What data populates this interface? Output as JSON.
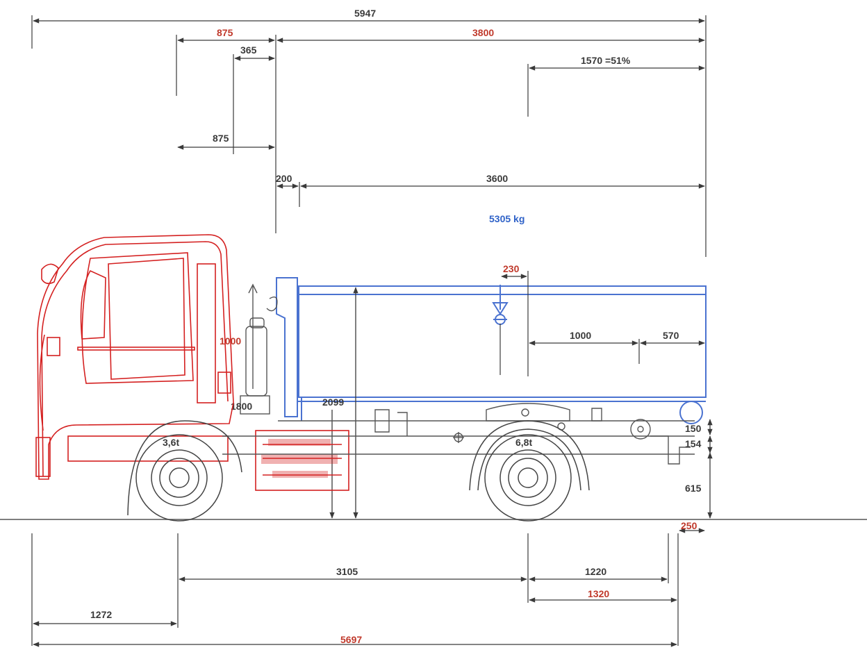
{
  "colors": {
    "cab": "#d42020",
    "body": "#4a72d0",
    "dimension": "#3a3a3a",
    "label_red": "#c0392b",
    "label_blue": "#2f62c8"
  },
  "dimensions": {
    "overall_length": "5947",
    "cab_to_body": "875",
    "body_span": "3800",
    "gap_365": "365",
    "rear_share": "1570 =51%",
    "inner_875": "875",
    "gap_200": "200",
    "body_length": "3600",
    "offset_230": "230",
    "cog_to_axle": "1000",
    "axle_to_end": "570",
    "body_height": "2099",
    "crane_reach": "1000",
    "crane_low": "1800",
    "frame_150": "150",
    "frame_154": "154",
    "hitch_height": "615",
    "rear_overhang_250": "250",
    "wheelbase": "3105",
    "rear_axle_1220": "1220",
    "rear_axle_1320": "1320",
    "front_overhang": "1272",
    "total_5697": "5697"
  },
  "loads": {
    "payload": "5305 kg",
    "front_axle": "3,6t",
    "rear_axle": "6,8t"
  }
}
